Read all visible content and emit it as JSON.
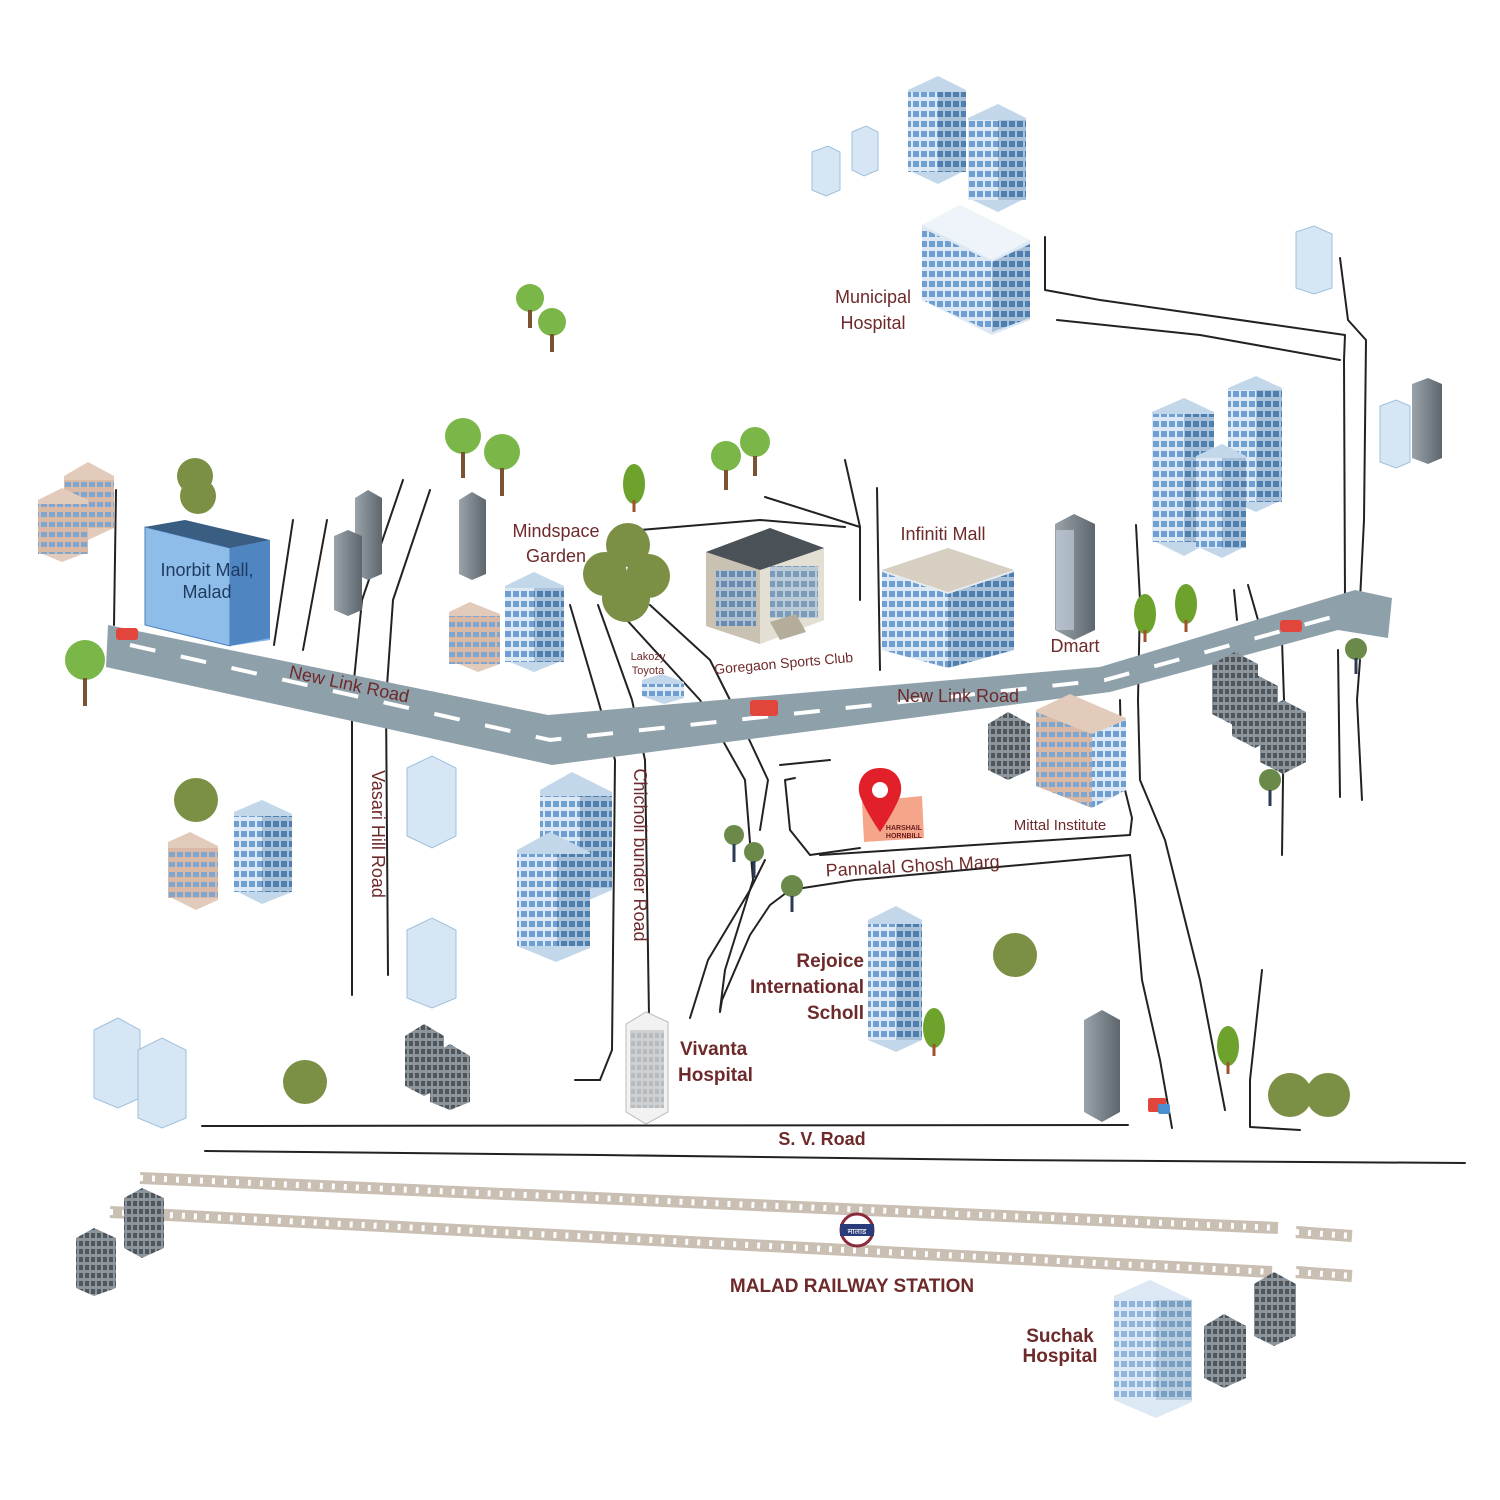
{
  "roads": {
    "new_link_road_west": "New Link Road",
    "new_link_road_east": "New Link Road",
    "vasari_hill_road": "Vasari Hill Road",
    "chicholi_bunder_road": "Chicholi bunder Road",
    "pannalal_ghosh_marg": "Pannalal Ghosh Marg",
    "sv_road": "S. V. Road"
  },
  "landmarks": {
    "municipal_hospital": [
      "Municipal",
      "Hospital"
    ],
    "inorbit_mall": [
      "Inorbit Mall,",
      "Malad"
    ],
    "mindspace_garden": [
      "Mindspace",
      "Garden"
    ],
    "goregaon_sports_club": "Goregaon Sports Club",
    "lakozy_toyota": [
      "Lakozy",
      "Toyota"
    ],
    "infiniti_mall": "Infiniti Mall",
    "dmart": "Dmart",
    "mittal_institute": "Mittal Institute",
    "rejoice_school": [
      "Rejoice",
      "International",
      "Scholl"
    ],
    "vivanta_hospital": [
      "Vivanta",
      "Hospital"
    ],
    "malad_railway_station": "MALAD RAILWAY STATION",
    "suchak_hospital": [
      "Suchak",
      "Hospital"
    ]
  },
  "project": {
    "name_line1": "HARSHAIL",
    "name_line2": "HORNBILL"
  },
  "station_sign": "मालाड",
  "colors": {
    "road": "#8ea0aa",
    "pin": "#e2202a",
    "project_tag": "#f4a58a",
    "label": "#6e2a2a",
    "tree_green": "#7b8f45",
    "glass_blue": "#7fb2e5"
  }
}
